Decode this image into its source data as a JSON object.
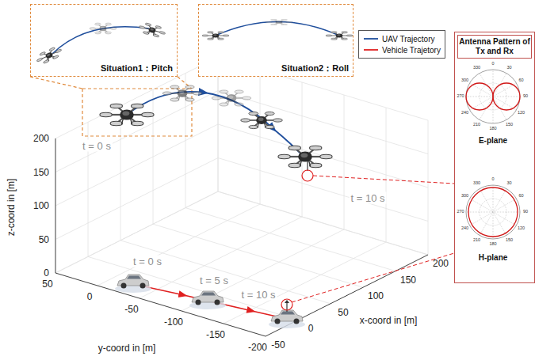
{
  "diagram": {
    "nodes": [
      {
        "text": [
          "Situation1：Pitch"
        ]
      },
      {
        "text": [
          "Situation2：Roll"
        ]
      },
      {
        "text": [
          "Antenna Pattern of Tx and Rx"
        ]
      }
    ],
    "labels": [
      "t = 0 s",
      "t = 10 s",
      "t = 0 s",
      "t = 5 s",
      "t = 10 s",
      "z-coord in [m]",
      "200",
      "150",
      "100",
      "50",
      "0",
      "y-coord in [m]",
      "50",
      "0",
      "-50",
      "-100",
      "-150",
      "-200",
      "x-coord in [m]",
      "-50",
      "0",
      "50",
      "100",
      "150",
      "200",
      "E-plane",
      "0",
      "30",
      "60",
      "90",
      "120",
      "150",
      "180",
      "210",
      "240",
      "270",
      "300",
      "330",
      "H-plane",
      "0",
      "30",
      "60",
      "90",
      "120",
      "150",
      "180",
      "210",
      "240",
      "270",
      "300",
      "330"
    ],
    "legend": [
      {
        "text": "UAV Trajectory"
      },
      {
        "text": "Vehicle Trajetory"
      }
    ]
  }
}
